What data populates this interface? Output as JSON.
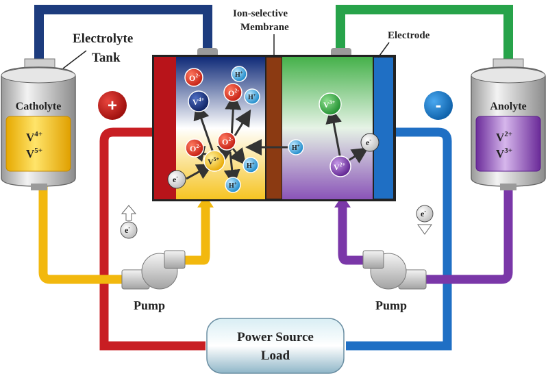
{
  "labels": {
    "electrolyte_tank": [
      "Electrolyte",
      "Tank"
    ],
    "membrane": [
      "Ion-selective",
      "Membrane"
    ],
    "electrode": "Electrode",
    "catholyte": "Catholyte",
    "anolyte": "Anolyte",
    "pump_left": "Pump",
    "pump_right": "Pump",
    "load": [
      "Power Source",
      "Load"
    ],
    "plus": "+",
    "minus": "-"
  },
  "species": {
    "catholyte": [
      {
        "base": "V",
        "sup": "4+"
      },
      {
        "base": "V",
        "sup": "5+"
      }
    ],
    "anolyte": [
      {
        "base": "V",
        "sup": "2+"
      },
      {
        "base": "V",
        "sup": "3+"
      }
    ],
    "electron": {
      "base": "e",
      "sup": "-"
    },
    "oxygen": {
      "base": "O",
      "sup": "2-"
    },
    "proton": {
      "base": "H",
      "sup": "+"
    },
    "v4": {
      "base": "V",
      "sup": "4+"
    },
    "v5": {
      "base": "V",
      "sup": "5+"
    },
    "v3": {
      "base": "V",
      "sup": "3+"
    },
    "v2": {
      "base": "V",
      "sup": "2+"
    }
  },
  "colors": {
    "catholyte_tube": "#f2b80e",
    "anolyte_tube": "#7a37a8",
    "positive_wire": "#c81e23",
    "negative_wire": "#1f6fc4",
    "left_top_pipe": "#1d3c7e",
    "right_top_pipe": "#27a34a",
    "membrane": "#8b3a12",
    "left_electrode": "#b8141a",
    "right_electrode": "#1f6fc4"
  }
}
